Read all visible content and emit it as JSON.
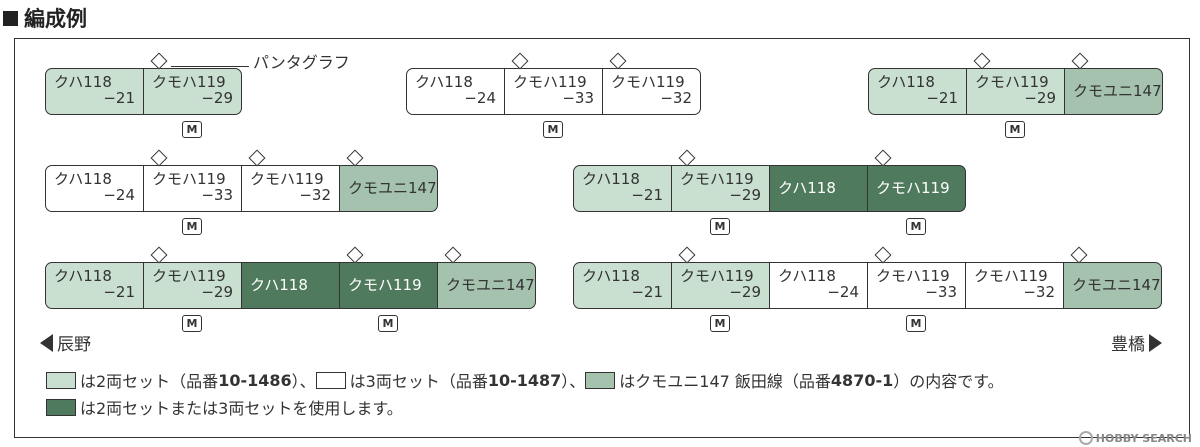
{
  "heading": "編成例",
  "pantograph_label": "パンタグラフ",
  "motor_label": "M",
  "colors": {
    "light_green": "#c9dfd0",
    "mid_green": "#a4c2ad",
    "dark_green": "#4f7a5d",
    "white": "#ffffff"
  },
  "formations": [
    {
      "cars": [
        {
          "l1": "クハ118",
          "l2": "−21",
          "color": "light_green"
        },
        {
          "l1": "クモハ119",
          "l2": "−29",
          "color": "light_green"
        }
      ]
    },
    {
      "cars": [
        {
          "l1": "クハ118",
          "l2": "−24",
          "color": "white"
        },
        {
          "l1": "クモハ119",
          "l2": "−33",
          "color": "white"
        },
        {
          "l1": "クモハ119",
          "l2": "−32",
          "color": "white"
        }
      ]
    },
    {
      "cars": [
        {
          "l1": "クハ118",
          "l2": "−21",
          "color": "light_green"
        },
        {
          "l1": "クモハ119",
          "l2": "−29",
          "color": "light_green"
        },
        {
          "l1": "クモユニ147",
          "l2": "",
          "color": "mid_green"
        }
      ]
    },
    {
      "cars": [
        {
          "l1": "クハ118",
          "l2": "−24",
          "color": "white"
        },
        {
          "l1": "クモハ119",
          "l2": "−33",
          "color": "white"
        },
        {
          "l1": "クモハ119",
          "l2": "−32",
          "color": "white"
        },
        {
          "l1": "クモユニ147",
          "l2": "",
          "color": "mid_green"
        }
      ]
    },
    {
      "cars": [
        {
          "l1": "クハ118",
          "l2": "−21",
          "color": "light_green"
        },
        {
          "l1": "クモハ119",
          "l2": "−29",
          "color": "light_green"
        },
        {
          "l1": "クハ118",
          "l2": "",
          "color": "dark_green"
        },
        {
          "l1": "クモハ119",
          "l2": "",
          "color": "dark_green"
        }
      ]
    },
    {
      "cars": [
        {
          "l1": "クハ118",
          "l2": "−21",
          "color": "light_green"
        },
        {
          "l1": "クモハ119",
          "l2": "−29",
          "color": "light_green"
        },
        {
          "l1": "クハ118",
          "l2": "",
          "color": "dark_green"
        },
        {
          "l1": "クモハ119",
          "l2": "",
          "color": "dark_green"
        },
        {
          "l1": "クモユニ147",
          "l2": "",
          "color": "mid_green"
        }
      ]
    },
    {
      "cars": [
        {
          "l1": "クハ118",
          "l2": "−21",
          "color": "light_green"
        },
        {
          "l1": "クモハ119",
          "l2": "−29",
          "color": "light_green"
        },
        {
          "l1": "クハ118",
          "l2": "−24",
          "color": "white"
        },
        {
          "l1": "クモハ119",
          "l2": "−33",
          "color": "white"
        },
        {
          "l1": "クモハ119",
          "l2": "−32",
          "color": "white"
        },
        {
          "l1": "クモユニ147",
          "l2": "",
          "color": "mid_green"
        }
      ]
    }
  ],
  "direction": {
    "left": "辰野",
    "right": "豊橋"
  },
  "legend": {
    "line1": {
      "a": "は2両セット（品番",
      "a_code": "10-1486",
      "a_end": "）、",
      "b": "は3両セット（品番",
      "b_code": "10-1487",
      "b_end": "）、",
      "c": "はクモユニ147 飯田線（品番",
      "c_code": "4870-1",
      "c_end": "）の内容です。"
    },
    "line2": "は2両セットまたは3両セットを使用します。"
  },
  "watermark": "HOBBY SEARCH"
}
